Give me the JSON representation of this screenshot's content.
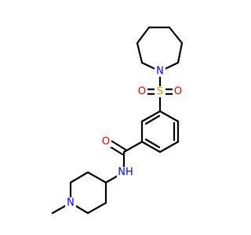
{
  "molecule": {
    "atoms": {
      "azepane_n": {
        "symbol": "N",
        "color": "#0000ff"
      },
      "sulfur": {
        "symbol": "S",
        "color": "#b8a200"
      },
      "sulfonyl_o_left": {
        "symbol": "O",
        "color": "#ff0000"
      },
      "sulfonyl_o_right": {
        "symbol": "O",
        "color": "#ff0000"
      },
      "amide_o": {
        "symbol": "O",
        "color": "#ff0000"
      },
      "amide_nh": {
        "symbol": "NH",
        "color": "#0000ff"
      },
      "piperidine_n": {
        "symbol": "N",
        "color": "#0000ff"
      }
    }
  }
}
